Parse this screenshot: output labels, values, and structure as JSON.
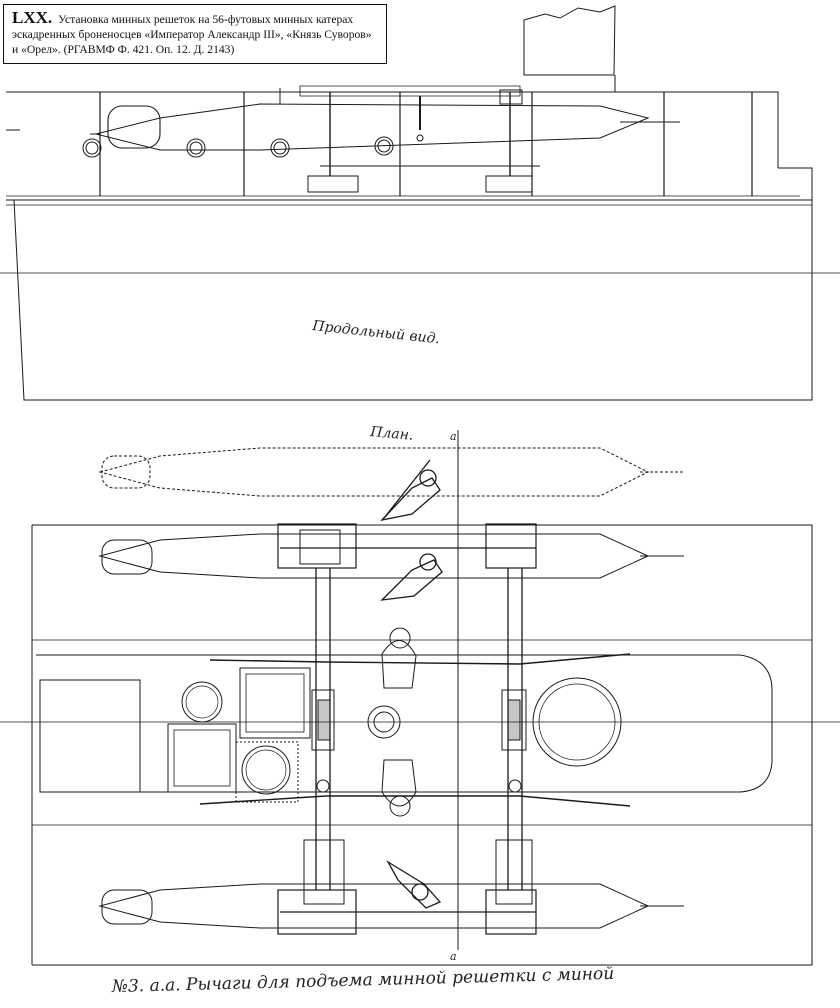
{
  "caption": {
    "number": "LXX.",
    "text": "Установка минных решеток на 56-футовых минных катерах эскадренных броненосцев «Император Александр III», «Князь Суворов» и «Орел». (РГАВМФ Ф. 421. Оп. 12. Д. 2143)"
  },
  "labels": {
    "profile": "Продольный вид.",
    "plan": "План.",
    "legend": "№3. a.a. Рычаги для подъема минной решетки с миной"
  },
  "colors": {
    "ink": "#1a1a1a",
    "paper": "#ffffff"
  }
}
